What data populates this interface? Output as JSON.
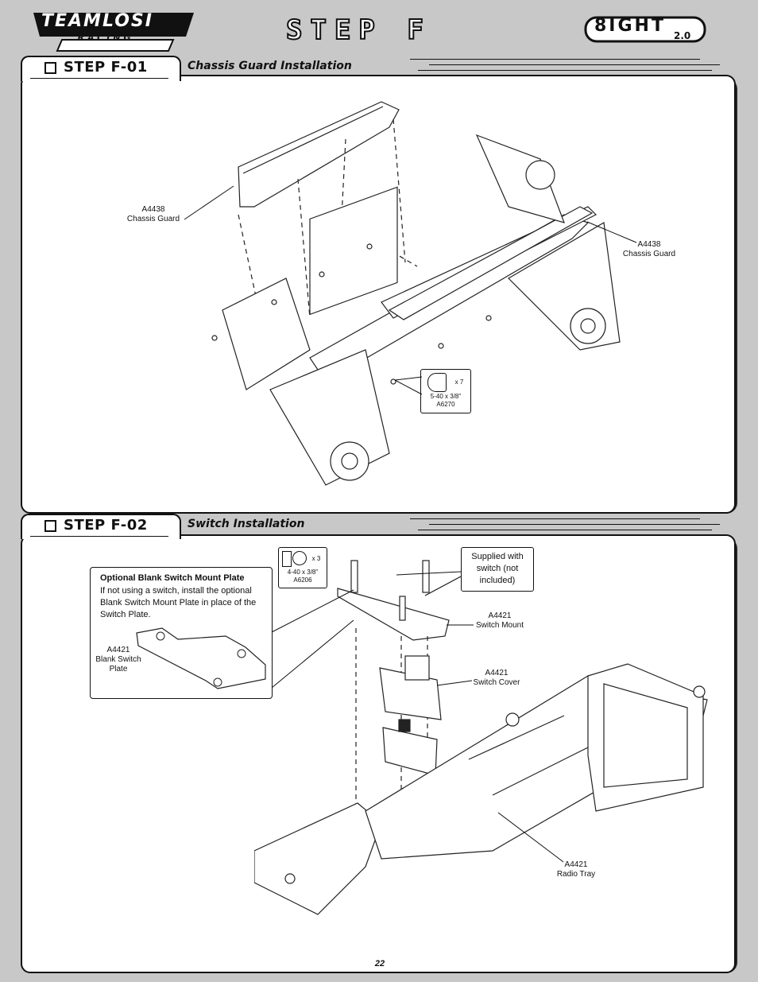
{
  "header": {
    "brand_top": "TEAMLOSI",
    "brand_bottom": "RACING",
    "page_title": "STEP F",
    "model_logo": "8IGHT",
    "model_version": "2.0"
  },
  "steps": [
    {
      "label": "STEP F-01",
      "title": "Chassis Guard Installation",
      "callouts": {
        "guard_left": {
          "part": "A4438",
          "name": "Chassis Guard"
        },
        "guard_right": {
          "part": "A4438",
          "name": "Chassis Guard"
        }
      },
      "hardware": {
        "qty": "x 7",
        "size": "5-40 x 3/8\"",
        "part": "A6270"
      }
    },
    {
      "label": "STEP F-02",
      "title": "Switch Installation",
      "hardware": {
        "qty": "x 3",
        "size": "4-40 x 3/8\"",
        "part": "A6206"
      },
      "supplied_note": "Supplied with switch (not included)",
      "optional": {
        "heading": "Optional Blank Switch Mount Plate",
        "body": "If not using a switch, install the optional Blank Switch Mount Plate in place of the Switch Plate.",
        "plate_part": "A4421",
        "plate_name": "Blank Switch Plate"
      },
      "callouts": {
        "switch_mount": {
          "part": "A4421",
          "name": "Switch Mount"
        },
        "switch_cover": {
          "part": "A4421",
          "name": "Switch Cover"
        },
        "radio_tray": {
          "part": "A4421",
          "name": "Radio Tray"
        }
      }
    }
  ],
  "footer": {
    "page_number": "22"
  }
}
